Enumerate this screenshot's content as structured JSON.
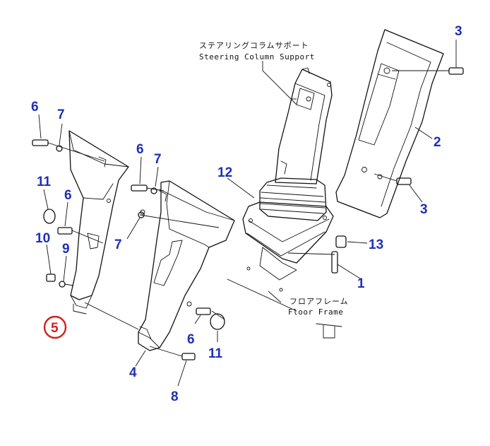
{
  "labels": {
    "steering_support_jp": "ステアリングコラムサポート",
    "steering_support_en": "Steering Column Support",
    "floor_frame_jp": "フロアフレーム",
    "floor_frame_en": "Floor Frame"
  },
  "callouts": {
    "c3a": "3",
    "c2": "2",
    "c3b": "3",
    "c6a": "6",
    "c7a": "7",
    "c6b": "6",
    "c7b": "7",
    "c12": "12",
    "c11a": "11",
    "c6c": "6",
    "c13": "13",
    "c7c": "7",
    "c10": "10",
    "c9": "9",
    "c1": "1",
    "c5": "5",
    "c6d": "6",
    "c11b": "11",
    "c4": "4",
    "c8": "8"
  },
  "colors": {
    "callout": "#1f2fb4",
    "highlight": "#d42020",
    "line": "#111111"
  },
  "highlighted_part": "5"
}
